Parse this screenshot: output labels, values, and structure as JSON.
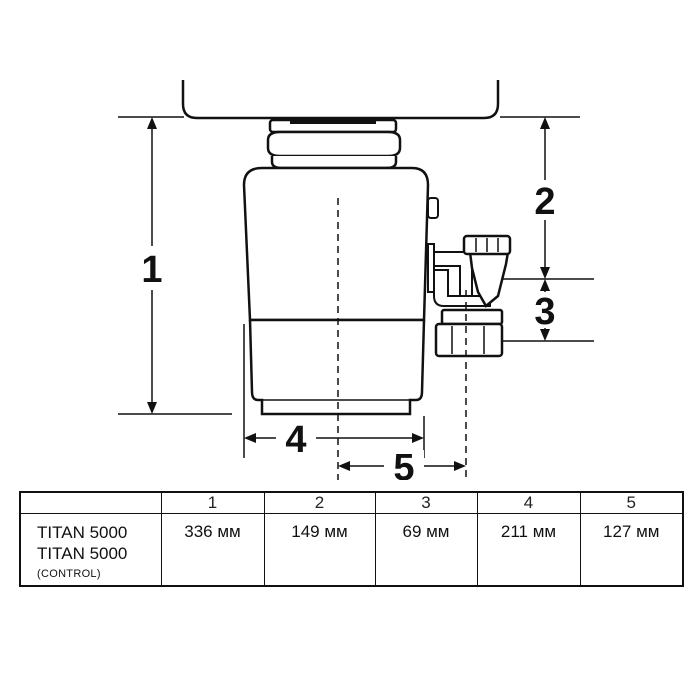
{
  "labels": {
    "dim1": "1",
    "dim2": "2",
    "dim3": "3",
    "dim4": "4",
    "dim5": "5"
  },
  "table": {
    "headers": [
      "",
      "1",
      "2",
      "3",
      "4",
      "5"
    ],
    "model_line1": "TITAN 5000",
    "model_line2": "TITAN 5000",
    "model_line3": "(CONTROL)",
    "values": [
      "336 мм",
      "149 мм",
      "69 мм",
      "211 мм",
      "127 мм"
    ]
  },
  "colors": {
    "stroke": "#111111",
    "body_fill": "#ffffff"
  }
}
